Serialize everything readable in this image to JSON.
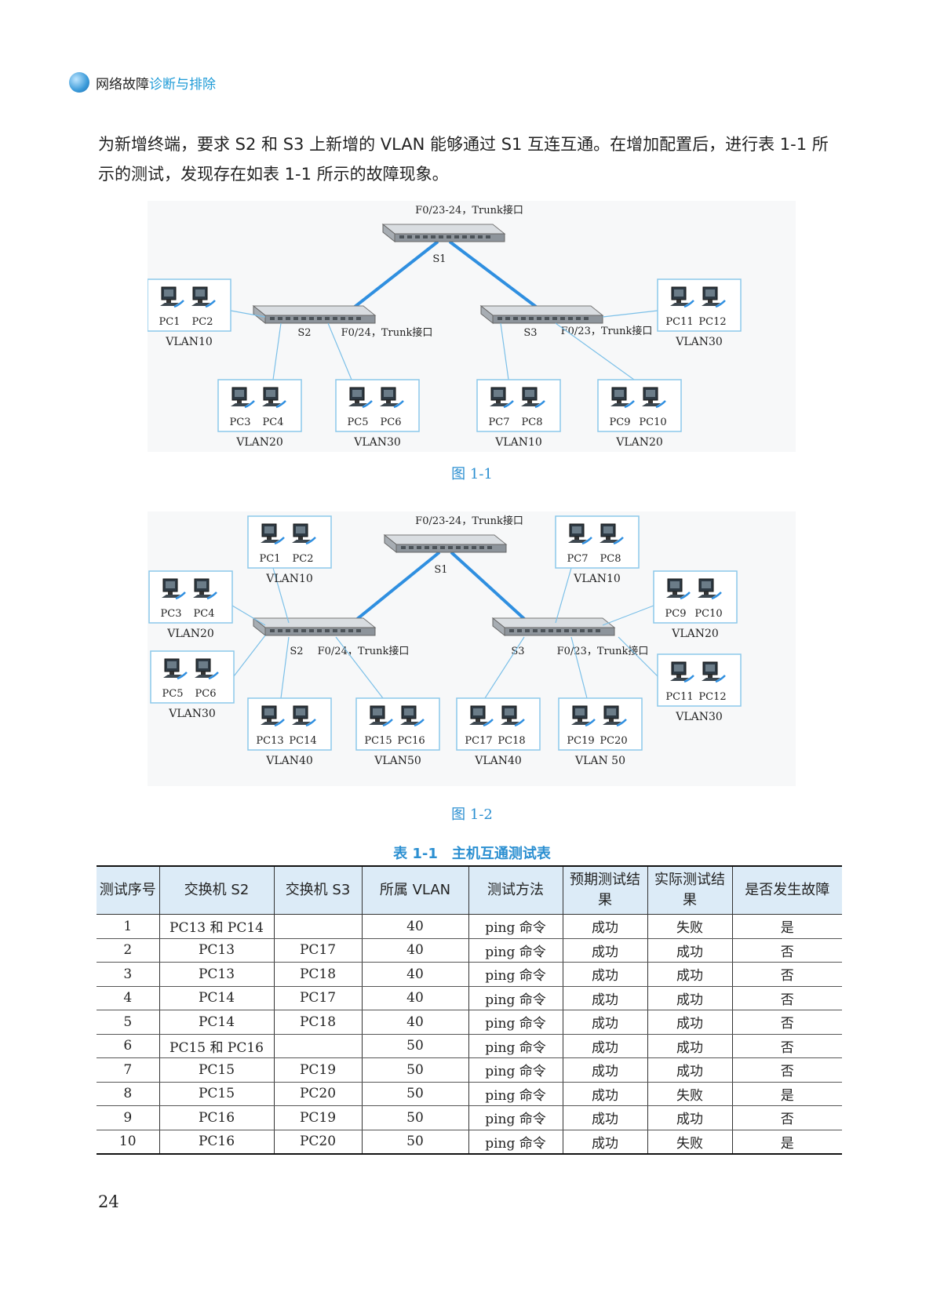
{
  "header": {
    "title_part1": "网络故障",
    "title_part2": "诊断与排除"
  },
  "paragraph": "为新增终端，要求 S2 和 S3 上新增的 VLAN 能够通过 S1 互连互通。在增加配置后，进行表 1-1 所示的测试，发现存在如表 1-1 所示的故障现象。",
  "figure1": {
    "caption": "图 1-1",
    "s1_label": "S1",
    "s2_label": "S2",
    "s3_label": "S3",
    "s1_port_label": "F0/23-24，Trunk接口",
    "s2_port_label": "F0/24，Trunk接口",
    "s3_port_label": "F0/23，Trunk接口",
    "groups": [
      {
        "pc_a": "PC1",
        "pc_b": "PC2",
        "vlan": "VLAN10"
      },
      {
        "pc_a": "PC11",
        "pc_b": "PC12",
        "vlan": "VLAN30"
      },
      {
        "pc_a": "PC3",
        "pc_b": "PC4",
        "vlan": "VLAN20"
      },
      {
        "pc_a": "PC5",
        "pc_b": "PC6",
        "vlan": "VLAN30"
      },
      {
        "pc_a": "PC7",
        "pc_b": "PC8",
        "vlan": "VLAN10"
      },
      {
        "pc_a": "PC9",
        "pc_b": "PC10",
        "vlan": "VLAN20"
      }
    ]
  },
  "figure2": {
    "caption": "图 1-2",
    "s1_label": "S1",
    "s2_label": "S2",
    "s3_label": "S3",
    "s1_port_label": "F0/23-24，Trunk接口",
    "s2_port_label": "F0/24，Trunk接口",
    "s3_port_label": "F0/23，Trunk接口",
    "groups": [
      {
        "pc_a": "PC1",
        "pc_b": "PC2",
        "vlan": "VLAN10"
      },
      {
        "pc_a": "PC7",
        "pc_b": "PC8",
        "vlan": "VLAN10"
      },
      {
        "pc_a": "PC3",
        "pc_b": "PC4",
        "vlan": "VLAN20"
      },
      {
        "pc_a": "PC9",
        "pc_b": "PC10",
        "vlan": "VLAN20"
      },
      {
        "pc_a": "PC5",
        "pc_b": "PC6",
        "vlan": "VLAN30"
      },
      {
        "pc_a": "PC11",
        "pc_b": "PC12",
        "vlan": "VLAN30"
      },
      {
        "pc_a": "PC13",
        "pc_b": "PC14",
        "vlan": "VLAN40"
      },
      {
        "pc_a": "PC15",
        "pc_b": "PC16",
        "vlan": "VLAN50"
      },
      {
        "pc_a": "PC17",
        "pc_b": "PC18",
        "vlan": "VLAN40"
      },
      {
        "pc_a": "PC19",
        "pc_b": "PC20",
        "vlan": "VLAN 50"
      }
    ]
  },
  "table": {
    "title": "表 1-1　主机互通测试表",
    "headers": [
      "测试序号",
      "交换机 S2",
      "交换机 S3",
      "所属 VLAN",
      "测试方法",
      "预期测试结果",
      "实际测试结果",
      "是否发生故障"
    ],
    "rows": [
      [
        "1",
        "PC13 和 PC14",
        "",
        "40",
        "ping 命令",
        "成功",
        "失败",
        "是"
      ],
      [
        "2",
        "PC13",
        "PC17",
        "40",
        "ping 命令",
        "成功",
        "成功",
        "否"
      ],
      [
        "3",
        "PC13",
        "PC18",
        "40",
        "ping 命令",
        "成功",
        "成功",
        "否"
      ],
      [
        "4",
        "PC14",
        "PC17",
        "40",
        "ping 命令",
        "成功",
        "成功",
        "否"
      ],
      [
        "5",
        "PC14",
        "PC18",
        "40",
        "ping 命令",
        "成功",
        "成功",
        "否"
      ],
      [
        "6",
        "PC15 和 PC16",
        "",
        "50",
        "ping 命令",
        "成功",
        "成功",
        "否"
      ],
      [
        "7",
        "PC15",
        "PC19",
        "50",
        "ping 命令",
        "成功",
        "成功",
        "否"
      ],
      [
        "8",
        "PC15",
        "PC20",
        "50",
        "ping 命令",
        "成功",
        "失败",
        "是"
      ],
      [
        "9",
        "PC16",
        "PC19",
        "50",
        "ping 命令",
        "成功",
        "成功",
        "否"
      ],
      [
        "10",
        "PC16",
        "PC20",
        "50",
        "ping 命令",
        "成功",
        "失败",
        "是"
      ]
    ]
  },
  "page_number": "24",
  "colors": {
    "accent": "#2b8fd1",
    "link": "#2f8fe0",
    "box": "#8cc8ea",
    "table_header_bg": "#dcebf7"
  }
}
